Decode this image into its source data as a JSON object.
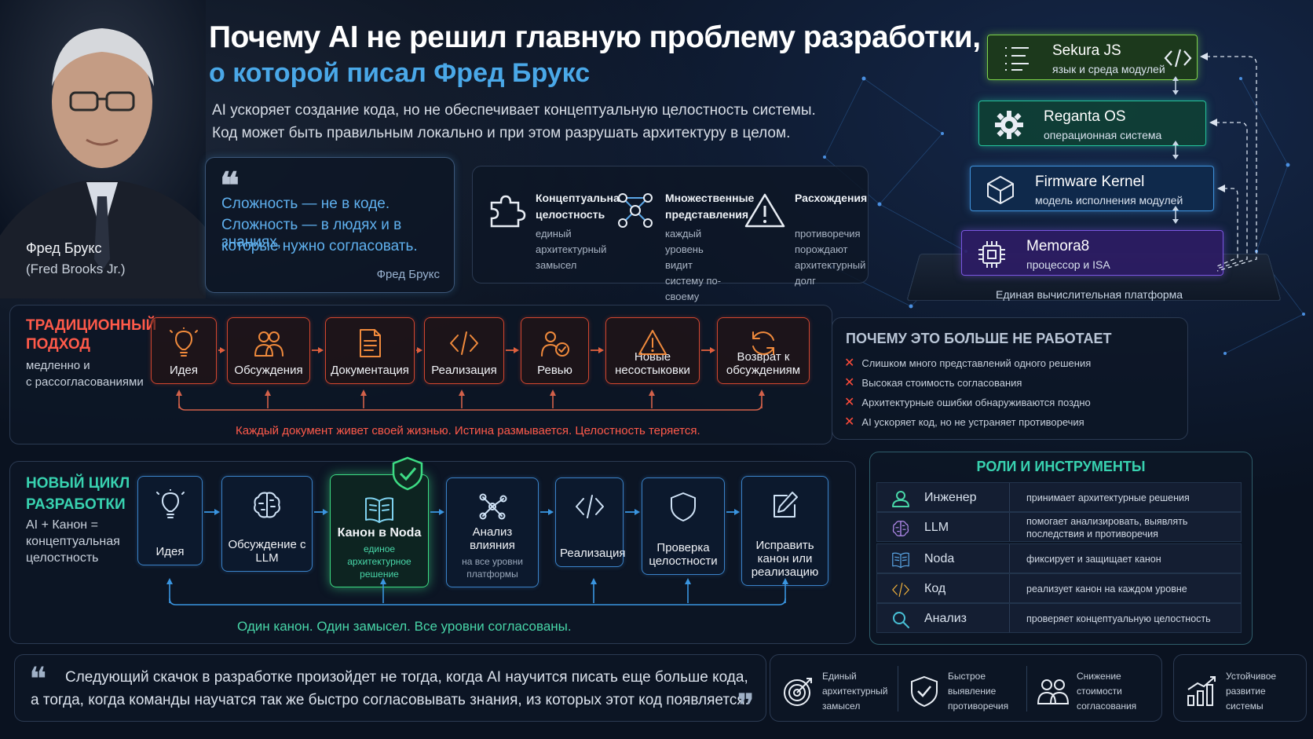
{
  "portrait": {
    "name": "Фред Брукс",
    "latin": "(Fred Brooks Jr.)"
  },
  "header": {
    "title_line1": "Почему AI не решил главную проблему разработки,",
    "title_line2": "о которой писал Фред Брукс",
    "subtitle_line1": "AI ускоряет создание кода, но не обеспечивает концептуальную целостность системы.",
    "subtitle_line2": "Код может быть правильным локально и при этом разрушать архитектуру в целом."
  },
  "quote": {
    "mark": "❝",
    "lines": [
      "Сложность — не в коде.",
      "Сложность — в людях и в знаниях,",
      "которые нужно согласовать."
    ],
    "author": "Фред Брукс"
  },
  "concepts": [
    {
      "icon": "puzzle-icon",
      "head": "Концептуальная целостность",
      "body": "единый архитектурный замысел"
    },
    {
      "icon": "network-icon",
      "head": "Множественные представления",
      "body": "каждый уровень видит систему по-своему"
    },
    {
      "icon": "warning-icon",
      "head": "Расхождения",
      "body": "противоречия порождают архитектурный долг"
    }
  ],
  "platform": {
    "layers": [
      {
        "name": "Sekura JS",
        "desc": "язык и среда модулей",
        "color": "#7ed34a",
        "icon": "code-brackets-icon"
      },
      {
        "name": "Reganta OS",
        "desc": "операционная система",
        "color": "#25c59c",
        "icon": "gear-icon"
      },
      {
        "name": "Firmware Kernel",
        "desc": "модель исполнения модулей",
        "color": "#3f93de",
        "icon": "cube-icon"
      },
      {
        "name": "Memora8",
        "desc": "процессор и ISA",
        "color": "#7a55e0",
        "icon": "chip-icon"
      }
    ],
    "label": "Единая вычислительная платформа"
  },
  "traditional": {
    "title_line1": "ТРАДИЦИОННЫЙ",
    "title_line2": "ПОДХОД",
    "sub_line1": "медленно и",
    "sub_line2": "с рассогласованиями",
    "steps": [
      {
        "label": "Идея",
        "icon": "lightbulb-icon"
      },
      {
        "label": "Обсуждения",
        "icon": "people-icon"
      },
      {
        "label": "Документация",
        "icon": "document-icon"
      },
      {
        "label": "Реализация",
        "icon": "code-icon"
      },
      {
        "label": "Ревью",
        "icon": "review-icon"
      },
      {
        "label": "Новые несостыковки",
        "icon": "warning-icon"
      },
      {
        "label": "Возврат к обсуждениям",
        "icon": "refresh-icon"
      }
    ],
    "footer": "Каждый документ живет своей жизнью. Истина размывается. Целостность теряется."
  },
  "why": {
    "title": "ПОЧЕМУ ЭТО БОЛЬШЕ НЕ РАБОТАЕТ",
    "items": [
      "Слишком много представлений одного решения",
      "Высокая стоимость согласования",
      "Архитектурные ошибки обнаруживаются поздно",
      "AI ускоряет код, но не устраняет противоречия"
    ]
  },
  "new_cycle": {
    "title_line1": "НОВЫЙ ЦИКЛ",
    "title_line2": "РАЗРАБОТКИ",
    "sub_line1": "AI + Канон =",
    "sub_line2": "концептуальная",
    "sub_line3": "целостность",
    "steps": [
      {
        "label": "Идея",
        "sub": "",
        "icon": "lightbulb-icon"
      },
      {
        "label": "Обсуждение с LLM",
        "sub": "",
        "icon": "brain-icon"
      },
      {
        "label": "Канон в Noda",
        "sub": "единое архитектурное решение",
        "icon": "book-icon"
      },
      {
        "label": "Анализ влияния",
        "sub": "на все уровни платформы",
        "icon": "network-icon"
      },
      {
        "label": "Реализация",
        "sub": "",
        "icon": "code-icon"
      },
      {
        "label": "Проверка целостности",
        "sub": "",
        "icon": "shield-icon"
      },
      {
        "label": "Исправить канон или реализацию",
        "sub": "",
        "icon": "edit-icon"
      }
    ],
    "footer": "Один канон. Один замысел. Все уровни согласованы."
  },
  "roles": {
    "title": "РОЛИ И ИНСТРУМЕНТЫ",
    "rows": [
      {
        "name": "Инженер",
        "desc": "принимает архитектурные решения",
        "icon": "person-icon"
      },
      {
        "name": "LLM",
        "desc": "помогает анализировать, выявлять последствия и противоречия",
        "icon": "brain-icon"
      },
      {
        "name": "Noda",
        "desc": "фиксирует и защищает канон",
        "icon": "book-icon"
      },
      {
        "name": "Код",
        "desc": "реализует канон на каждом уровне",
        "icon": "code-icon"
      },
      {
        "name": "Анализ",
        "desc": "проверяет концептуальную целостность",
        "icon": "search-icon"
      }
    ]
  },
  "bottom_quote": {
    "open": "❝",
    "close": "❞",
    "line1": "Следующий скачок в разработке произойдет не тогда, когда AI научится писать еще больше кода,",
    "line2": "а тогда, когда команды научатся так же быстро согласовывать знания, из которых этот код появляется."
  },
  "benefits": [
    {
      "text": "Единый архитектурный замысел",
      "icon": "target-icon"
    },
    {
      "text": "Быстрое выявление противоречия",
      "icon": "shield-check-icon"
    },
    {
      "text": "Снижение стоимости согласования",
      "icon": "team-icon"
    },
    {
      "text": "Устойчивое развитие системы",
      "icon": "growth-chart-icon"
    }
  ],
  "colors": {
    "accent_blue": "#4aa8e8",
    "accent_teal": "#38d2b0",
    "accent_red": "#ff5a4a"
  }
}
